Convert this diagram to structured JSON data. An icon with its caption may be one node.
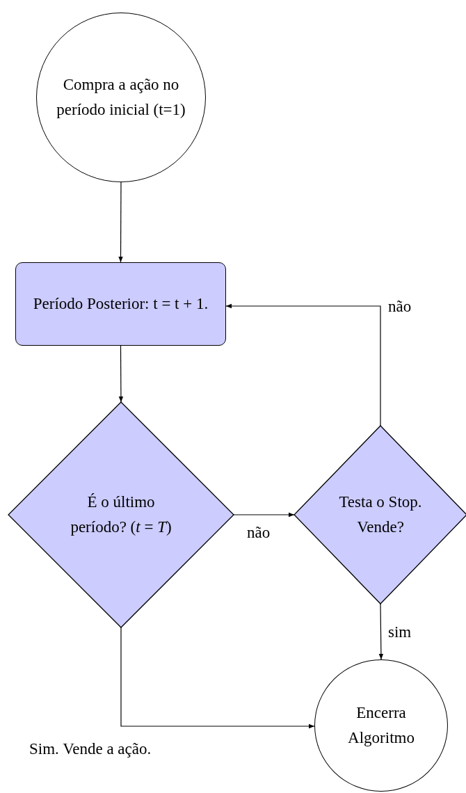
{
  "diagram": {
    "nodes": [
      {
        "text": [
          "Compra a ação no período inicial (t=1)"
        ]
      },
      {
        "text": [
          "Período Posterior: t = t + 1."
        ]
      },
      {
        "text": [
          "É o último período? (*t* = *T*)"
        ]
      },
      {
        "text": [
          "Testa o Stop. Vende?"
        ]
      },
      {
        "text": [
          "Encerra Algoritmo"
        ]
      }
    ],
    "edges": [
      {
        "from": 0,
        "to": 1,
        "arrow": "to"
      },
      {
        "from": 1,
        "to": 2,
        "arrow": "to"
      },
      {
        "from": 2,
        "to": 3,
        "arrow": "to",
        "label": "não"
      },
      {
        "from": 3,
        "to": 1,
        "arrow": "to",
        "label": "não"
      },
      {
        "from": 3,
        "to": 4,
        "arrow": "to",
        "label": "sim"
      },
      {
        "from": 2,
        "to": 4,
        "arrow": "to",
        "label": "Sim. Vende a ação."
      }
    ]
  }
}
